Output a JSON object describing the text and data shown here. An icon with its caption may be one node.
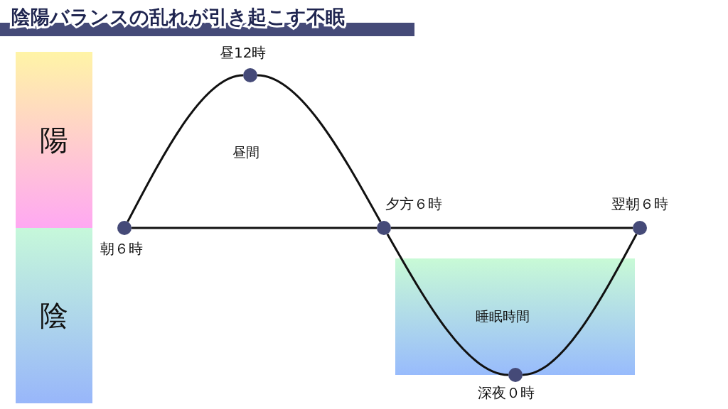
{
  "diagram": {
    "title": "陰陽バランスの乱れが引き起こす不眠",
    "nodes": [
      {
        "text": [
          "陽"
        ]
      },
      {
        "text": [
          "陰"
        ]
      },
      {
        "text": [
          "朝６時"
        ]
      },
      {
        "text": [
          "昼12時"
        ]
      },
      {
        "text": [
          "夕方６時"
        ]
      },
      {
        "text": [
          "深夜０時"
        ]
      },
      {
        "text": [
          "翌朝６時"
        ]
      }
    ],
    "edges": [
      {
        "from": 2,
        "to": 3,
        "arrow": "none"
      },
      {
        "from": 3,
        "to": 4,
        "arrow": "none"
      },
      {
        "from": 4,
        "to": 5,
        "arrow": "none"
      },
      {
        "from": 5,
        "to": 6,
        "arrow": "none"
      },
      {
        "from": 2,
        "to": 4,
        "arrow": "none"
      },
      {
        "from": 4,
        "to": 6,
        "arrow": "none"
      }
    ],
    "labels": [
      "昼間",
      "睡眠時間"
    ]
  }
}
